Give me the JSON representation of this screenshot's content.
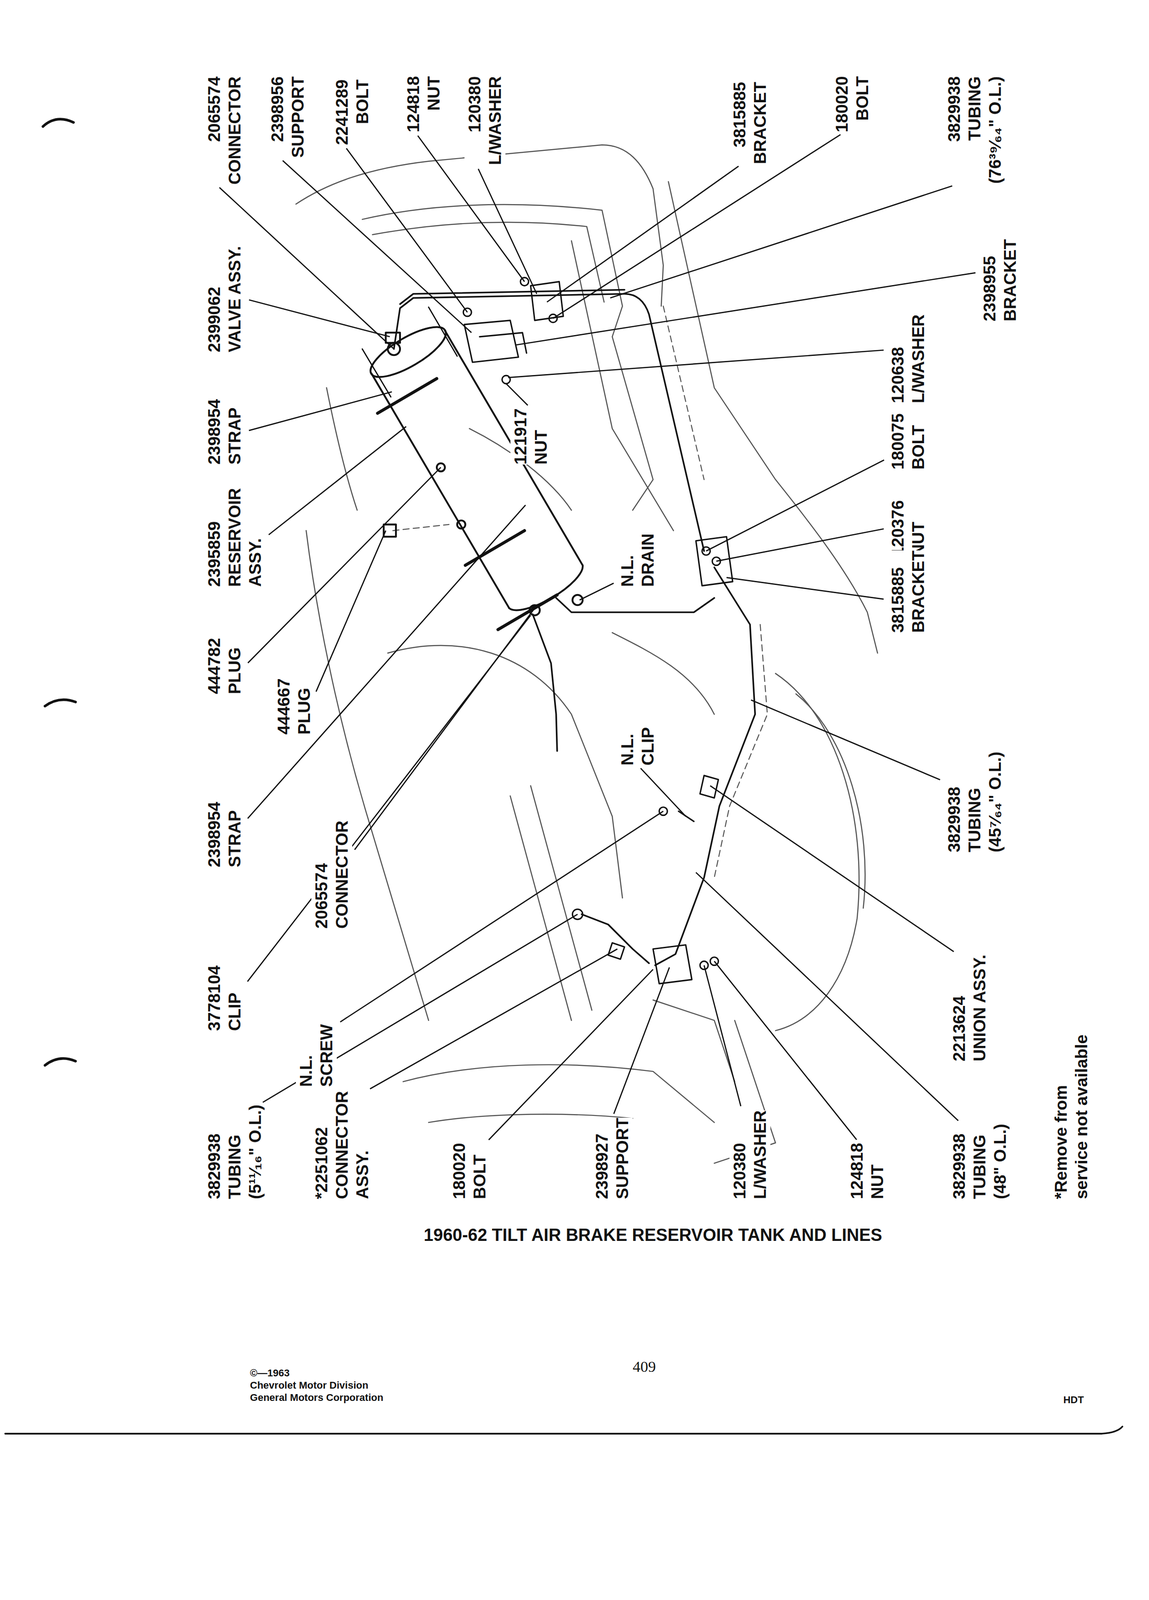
{
  "diagram": {
    "title": "1960-62 TILT AIR BRAKE RESERVOIR TANK AND LINES",
    "labels": [
      "2065574 CONNECTOR",
      "2398956 SUPPORT",
      "2241289 BOLT",
      "124818 NUT",
      "120380 L/WASHER",
      "3815885 BRACKET",
      "180020 BOLT",
      "3829938 TUBING (76³⁹⁄₆₄\" O.L.)",
      "2399062 VALVE ASSY.",
      "2398954 STRAP",
      "2395859 RESERVOIR ASSY.",
      "444782 PLUG",
      "444667 PLUG",
      "2398954 STRAP",
      "2065574 CONNECTOR",
      "3778104 CLIP",
      "N.L. SCREW",
      "2398955 BRACKET",
      "120638 L/WASHER",
      "121917 NUT",
      "180075 BOLT",
      "120376 NUT",
      "3815885 BRACKET",
      "N.L. DRAIN",
      "N.L. CLIP",
      "3829938 TUBING (45⁷⁄₆₄\" O.L.)",
      "2213624 UNION ASSY.",
      "3829938 TUBING (5¹¹⁄₁₆\" O.L.)",
      "*2251062 CONNECTOR ASSY.",
      "180020 BOLT",
      "2398927 SUPPORT",
      "120380 L/WASHER",
      "124818 NUT",
      "3829938 TUBING (48\" O.L.)",
      "*Remove from service not available",
      "©—1963",
      "Chevrolet Motor Division",
      "General Motors Corporation",
      "409",
      "HDT"
    ]
  }
}
